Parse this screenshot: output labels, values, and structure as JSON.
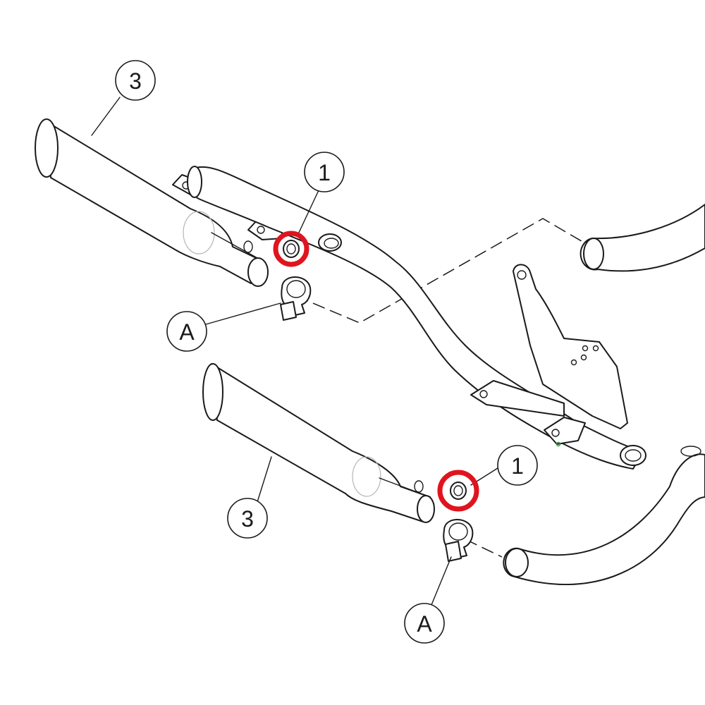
{
  "callouts": {
    "part_3_upper": "3",
    "part_1_upper": "1",
    "clamp_a_upper": "A",
    "part_3_lower": "3",
    "part_1_lower": "1",
    "clamp_a_lower": "A"
  },
  "colors": {
    "line": "#1a1a1a",
    "highlight": "#e0141e",
    "background": "#ffffff"
  }
}
